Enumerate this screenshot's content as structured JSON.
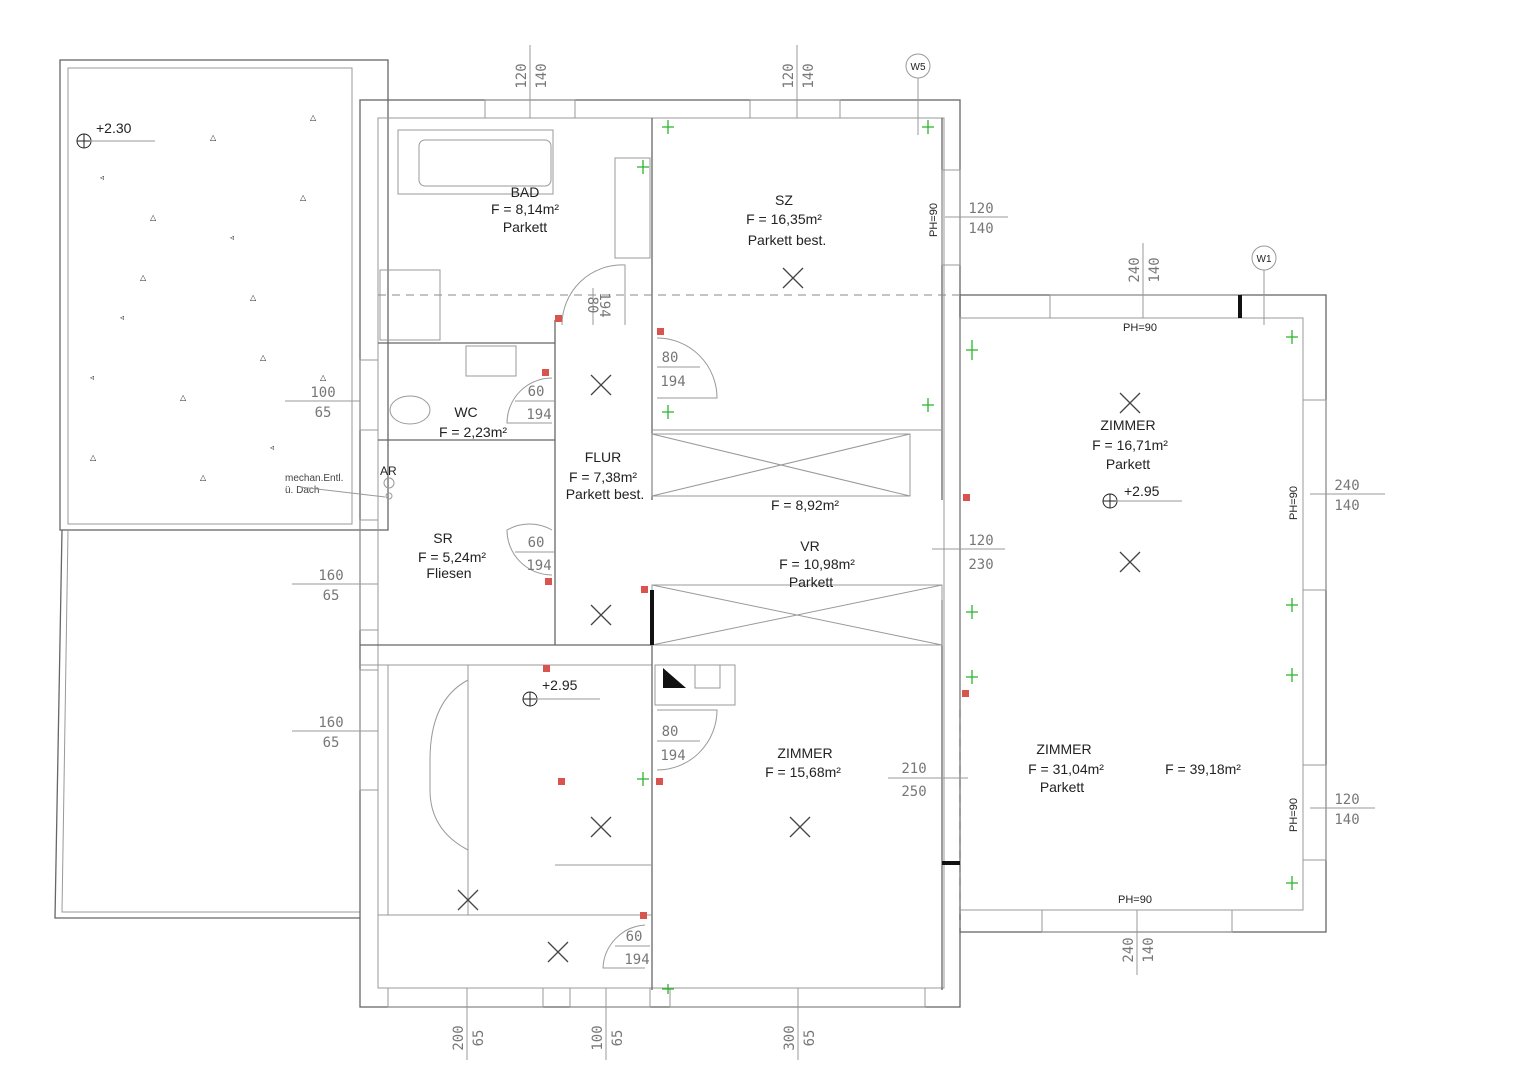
{
  "title": "Floor plan",
  "colors": {
    "wall": "#666666",
    "electrical": "#2bb52b",
    "marker": "#d9534f"
  },
  "levels": {
    "terrace": "+2.30",
    "right_room": "+2.95",
    "stair": "+2.95"
  },
  "axis_markers": {
    "w5": "W5",
    "w1": "W1"
  },
  "rooms": {
    "bad": {
      "name": "BAD",
      "area": "F = 8,14m²",
      "floor": "Parkett"
    },
    "sz": {
      "name": "SZ",
      "area": "F = 16,35m²",
      "floor": "Parkett best."
    },
    "wc": {
      "name": "WC",
      "area": "F = 2,23m²"
    },
    "flur": {
      "name": "FLUR",
      "area": "F = 7,38m²",
      "floor": "Parkett best."
    },
    "sr": {
      "name": "SR",
      "area": "F = 5,24m²",
      "floor": "Fliesen"
    },
    "vr": {
      "name": "VR",
      "area": "F = 10,98m²",
      "floor": "Parkett"
    },
    "wardrobe": {
      "area": "F = 8,92m²"
    },
    "zimmer_ne": {
      "name": "ZIMMER",
      "area": "F = 16,71m²",
      "floor": "Parkett"
    },
    "zimmer_s": {
      "name": "ZIMMER",
      "area": "F = 15,68m²"
    },
    "zimmer_se": {
      "name": "ZIMMER",
      "area": "F = 31,04m²",
      "floor": "Parkett",
      "area_total": "F = 39,18m²"
    }
  },
  "notes": {
    "ar": "AR",
    "vent1": "mechan.Entl.",
    "vent2": "ü. Dach"
  },
  "parapet": {
    "top": "PH=90",
    "bottom": "PH=90",
    "r1": "PH=90",
    "r2": "PH=90",
    "sz": "PH=90"
  },
  "dims": {
    "top1": [
      "120",
      "140"
    ],
    "top2": [
      "120",
      "140"
    ],
    "sz_right": [
      "120",
      "140"
    ],
    "wing_top": [
      "240",
      "140"
    ],
    "left1": [
      "100",
      "65"
    ],
    "left2": [
      "160",
      "65"
    ],
    "left3": [
      "160",
      "65"
    ],
    "right1": [
      "240",
      "140"
    ],
    "right2": [
      "120",
      "140"
    ],
    "vr": [
      "120",
      "230"
    ],
    "zimmer": [
      "210",
      "250"
    ],
    "wing_bottom": [
      "240",
      "140"
    ],
    "bottom1": [
      "200",
      "65"
    ],
    "bottom2": [
      "100",
      "65"
    ],
    "bottom3": [
      "300",
      "65"
    ],
    "door_bad": [
      "80",
      "194"
    ],
    "door_sz": [
      "80",
      "194"
    ],
    "door_wc": [
      "60",
      "194"
    ],
    "door_sr": [
      "60",
      "194"
    ],
    "door_zimmer": [
      "80",
      "194"
    ],
    "door_stair": [
      "60",
      "194"
    ]
  }
}
